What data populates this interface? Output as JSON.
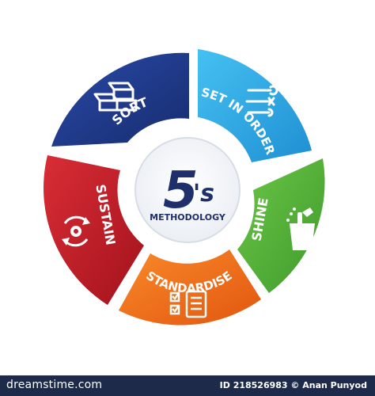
{
  "center": {
    "big": "5",
    "suffix": "'s",
    "caption": "METHODOLOGY"
  },
  "segments": [
    {
      "label": "SORT",
      "color": "#1e3a8a",
      "icon": "boxes-icon"
    },
    {
      "label": "SET IN ORDER",
      "color": "#29a8e6",
      "icon": "tools-icon"
    },
    {
      "label": "SHINE",
      "color": "#55b03a",
      "icon": "cleaning-bucket-icon"
    },
    {
      "label": "STANDARDISE",
      "color": "#f06b1c",
      "icon": "checklist-icon"
    },
    {
      "label": "SUSTAIN",
      "color": "#c41e2a",
      "icon": "gear-cycle-icon"
    }
  ],
  "footer": {
    "logo": "dreamstime.com",
    "id_text": "ID 218526983 © Anan Punyod"
  },
  "colors": {
    "center_text": "#1e2f6b",
    "footer_bg": "#1e2a4a"
  }
}
